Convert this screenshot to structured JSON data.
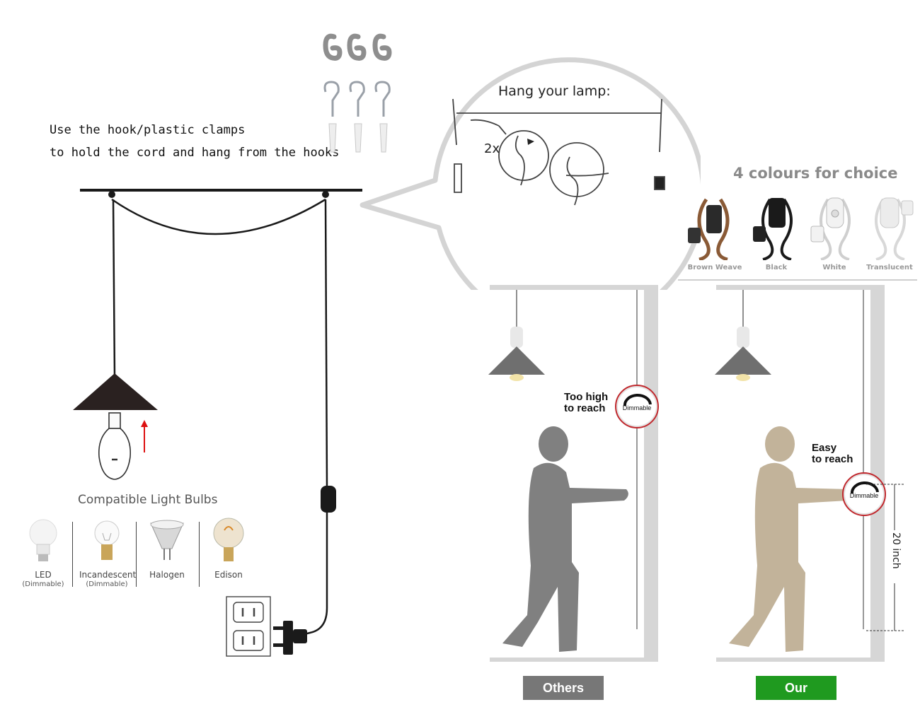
{
  "instructions": {
    "line1": "Use the hook/plastic clamps",
    "line2": "to hold the cord and hang from the hooks"
  },
  "callout": {
    "title": "Hang your lamp:",
    "multiplier": "2x"
  },
  "bulbs": {
    "title": "Compatible Light Bulbs",
    "items": [
      {
        "name": "LED",
        "sub": "(Dimmable)",
        "icon": "led-bulb-icon"
      },
      {
        "name": "Incandescent",
        "sub": "(Dimmable)",
        "icon": "incandescent-bulb-icon"
      },
      {
        "name": "Halogen",
        "sub": "",
        "icon": "halogen-bulb-icon"
      },
      {
        "name": "Edison",
        "sub": "",
        "icon": "edison-bulb-icon"
      }
    ]
  },
  "colours": {
    "title": "4 colours for choice",
    "options": [
      {
        "label": "Brown Weave",
        "color": "#8a5a36"
      },
      {
        "label": "Black",
        "color": "#1a1a1a"
      },
      {
        "label": "White",
        "color": "#f2f2f2"
      },
      {
        "label": "Translucent",
        "color": "#e6e6e6"
      }
    ]
  },
  "comparison": {
    "others": {
      "reach_text_1": "Too high",
      "reach_text_2": "to reach",
      "badge": "Dimmable",
      "button": "Others",
      "button_color": "#777777",
      "figure_color": "#808080"
    },
    "ours": {
      "reach_text_1": "Easy",
      "reach_text_2": "to reach",
      "badge": "Dimmable",
      "button": "Our",
      "button_color": "#1f9a1f",
      "figure_color": "#c2b39a"
    },
    "height_label": "20 inch"
  }
}
